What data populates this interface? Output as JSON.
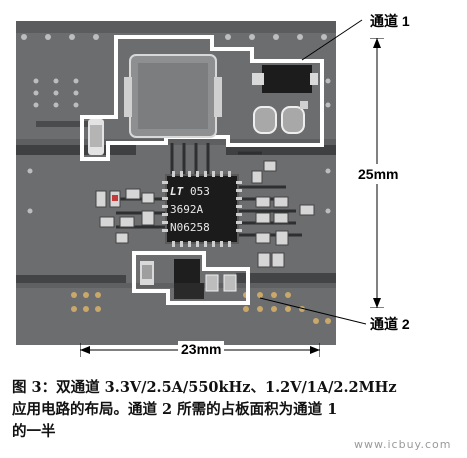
{
  "labels": {
    "channel1": "通道 1",
    "channel2": "通道 2",
    "height_dim": "25mm",
    "width_dim": "23mm"
  },
  "chip": {
    "logo": "LT",
    "line1": "053",
    "line2": "3692A",
    "line3": "N06258"
  },
  "caption": {
    "line1": "图 3：双通道 3.3V/2.5A/550kHz、1.2V/1A/2.2MHz",
    "line2": "应用电路的布局。通道 2 所需的占板面积为通道 1",
    "line3": "的一半"
  },
  "watermark": "www.icbuy.com",
  "colors": {
    "board": "#6c6d6f",
    "outline": "#ffffff",
    "trace": "#3a3b3d"
  }
}
